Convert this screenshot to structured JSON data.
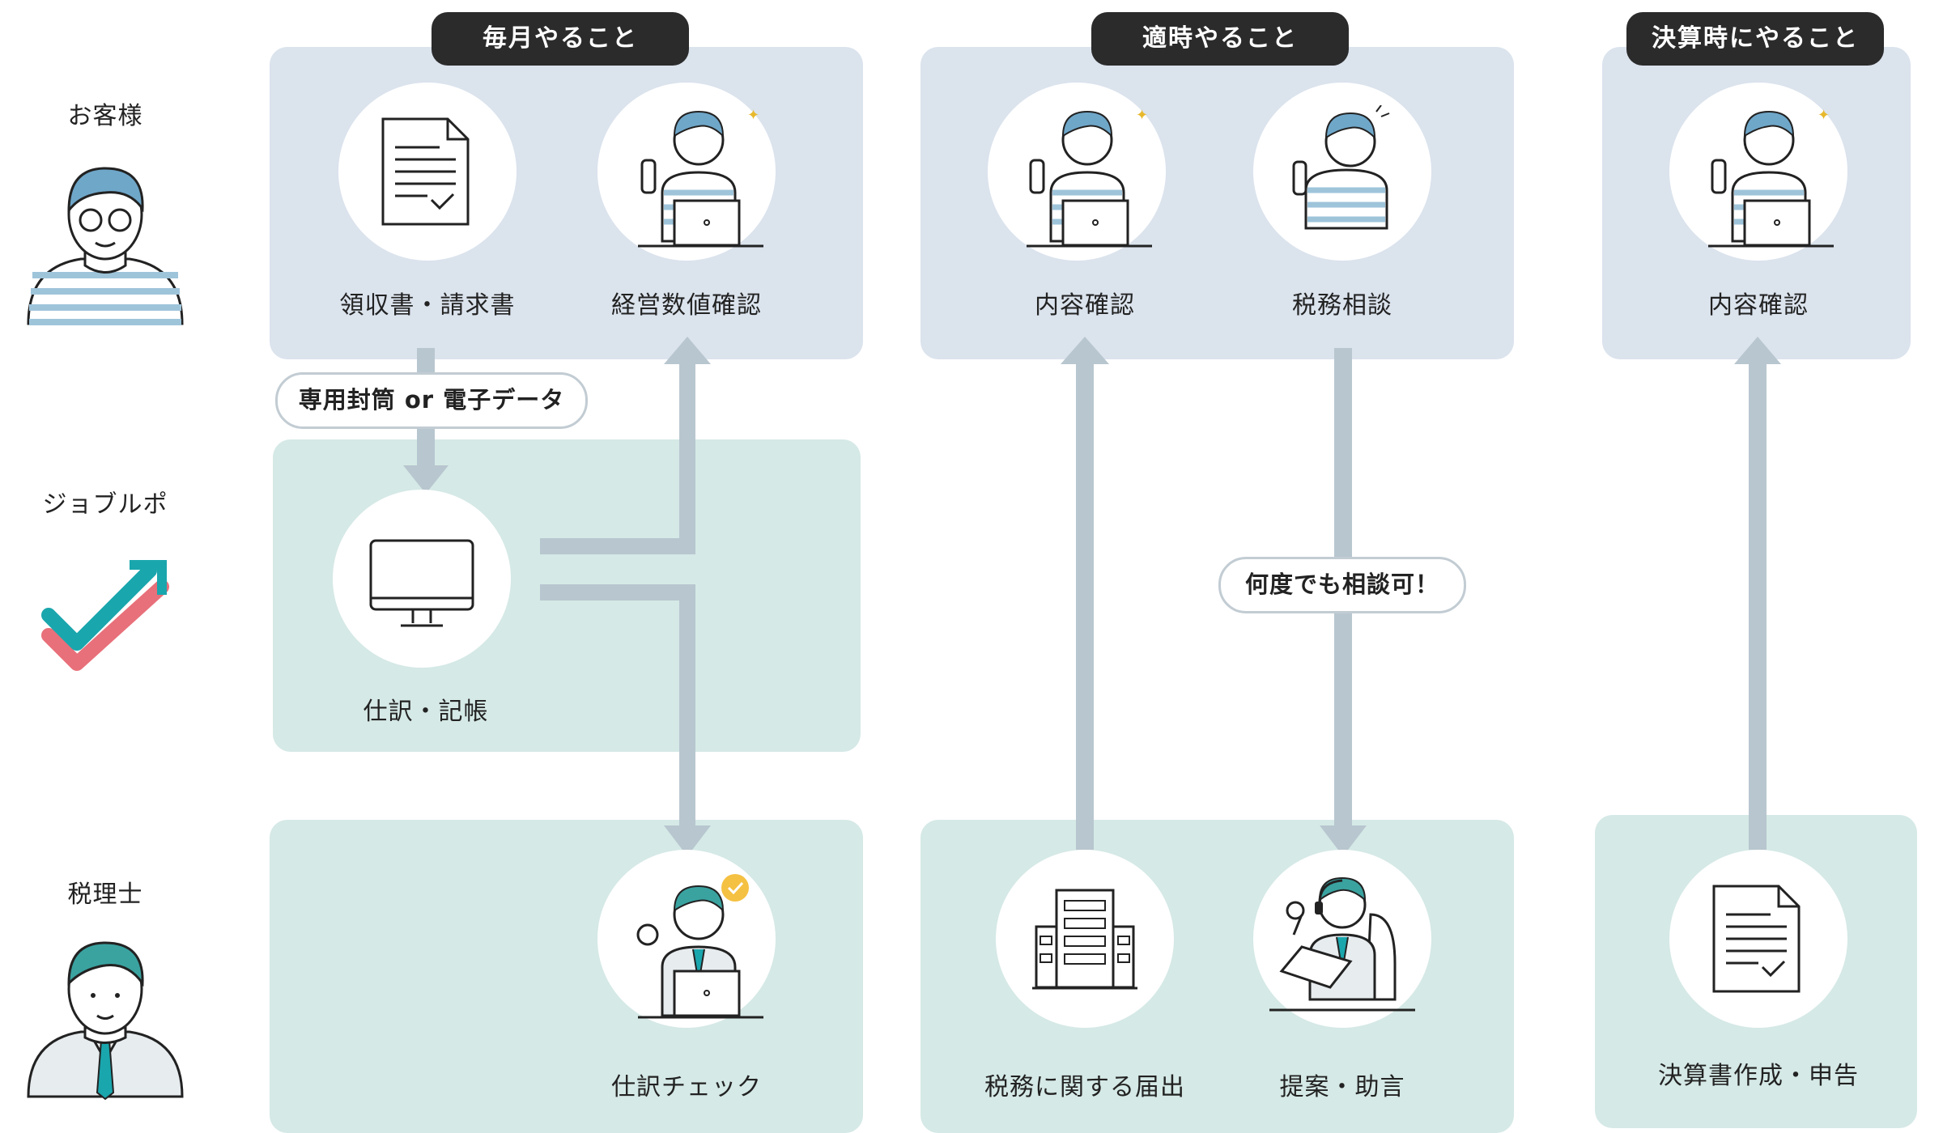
{
  "roles": {
    "customer": "お客様",
    "jobpo": "ジョブルポ",
    "accountant": "税理士"
  },
  "tabs": {
    "monthly": "毎月やること",
    "timely": "適時やること",
    "settlement": "決算時にやること"
  },
  "monthly": {
    "receipts": "領収書・請求書",
    "business_check": "経営数値確認",
    "bookkeeping": "仕訳・記帳",
    "journal_check": "仕訳チェック",
    "transfer_pill": "専用封筒 or 電子データ"
  },
  "timely": {
    "content_check": "内容確認",
    "tax_consult": "税務相談",
    "tax_filing": "税務に関する届出",
    "advice": "提案・助言",
    "consult_pill": "何度でも相談可！"
  },
  "settlement": {
    "content_check": "内容確認",
    "statements": "決算書作成・申告"
  },
  "icons": {
    "customer_avatar": "man-striped-shirt",
    "jobpo_logo": "checkmark-arrow-logo",
    "accountant_avatar": "man-suit-tie",
    "document": "document-check-icon",
    "thumbs_up_laptop": "thumbs-up-laptop-person",
    "monitor": "monitor-icon",
    "ok_laptop": "ok-sign-laptop-person",
    "thinking_person": "thinking-person",
    "building": "office-building-icon",
    "headset_person": "headset-laptop-person"
  },
  "colors": {
    "blue_panel": "#dbe3ed",
    "green_panel": "#d5e9e6",
    "arrow": "#b8c6cf",
    "tab": "#2b2b2b",
    "logo_teal": "#1aa6ad",
    "logo_red": "#e8707a",
    "stripe": "#9ec4da"
  }
}
